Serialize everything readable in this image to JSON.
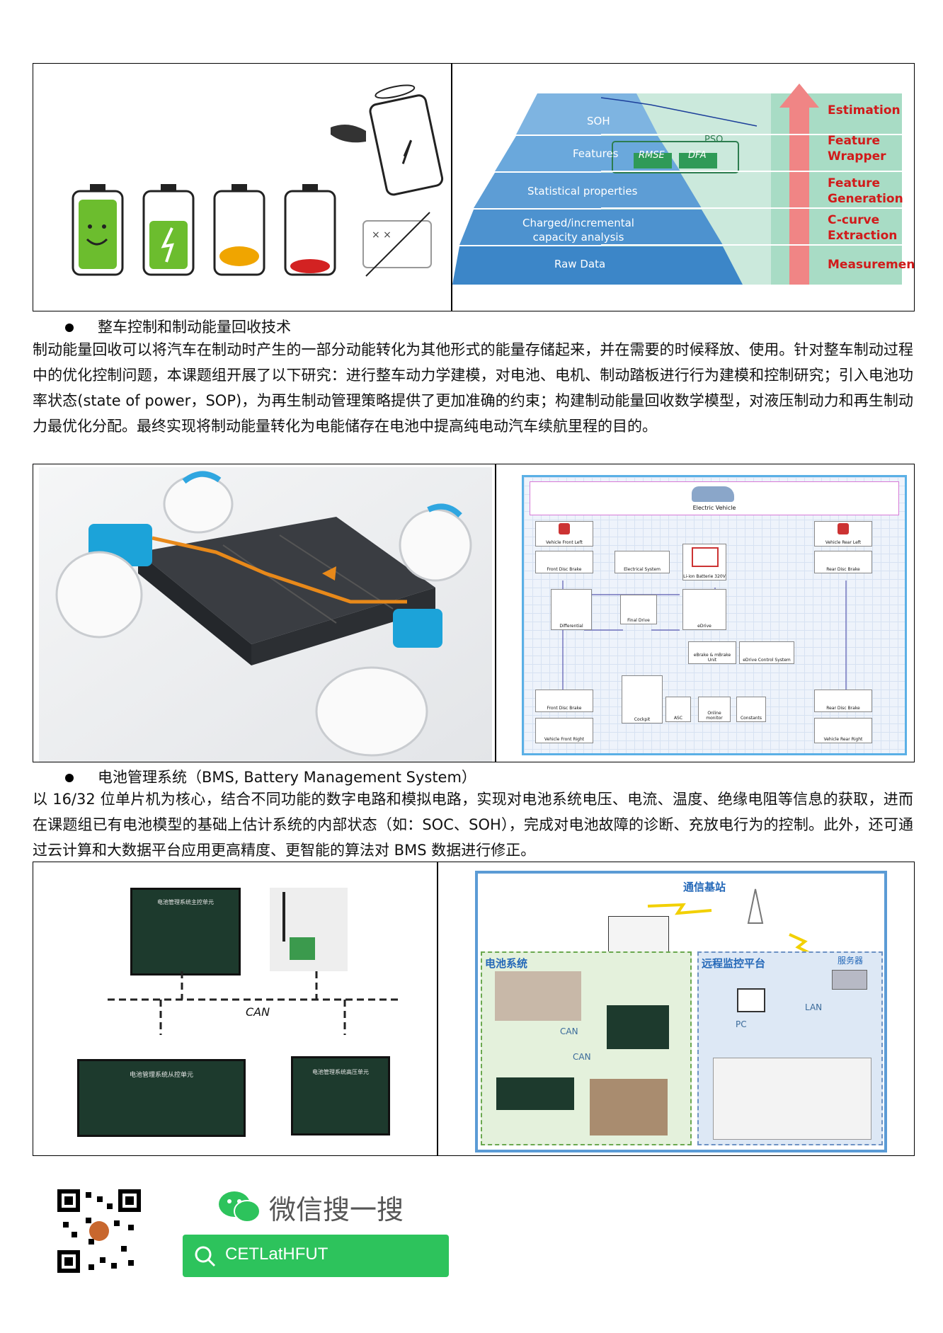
{
  "section1": {
    "pyramid_levels": [
      "SOH",
      "Features",
      "Statistical properties",
      "Charged/incremental capacity analysis",
      "Raw Data"
    ],
    "stages": [
      "Estimation",
      "Feature Wrapper",
      "Feature Generation",
      "C-curve Extraction",
      "Measurement"
    ],
    "pso": "PSO",
    "rmse": "RMSE",
    "dfa": "DFA"
  },
  "braking": {
    "heading": "整车控制和制动能量回收技术",
    "body": "制动能量回收可以将汽车在制动时产生的一部分动能转化为其他形式的能量存储起来，并在需要的时候释放、使用。针对整车制动过程中的优化控制问题，本课题组开展了以下研究：进行整车动力学建模，对电池、电机、制动踏板进行行为建模和控制研究；引入电池功率状态(state of power，SOP)，为再生制动管理策略提供了更加准确的约束；构建制动能量回收数学模型，对液压制动力和再生制动力最优化分配。最终实现将制动能量转化为电能储存在电池中提高纯电动汽车续航里程的目的。"
  },
  "sim": {
    "vehicle": "Electric Vehicle",
    "blocks": [
      "Vehicle Front Left",
      "Front Disc Brake",
      "Electrical System",
      "Li-ion Batterie 320V",
      "Vehicle Rear Left",
      "Rear Disc Brake",
      "Differential",
      "Final Drive",
      "eDrive",
      "eBrake & mBrake Unit",
      "eDrive Control System",
      "Front Disc Brake",
      "Cockpit",
      "ASC",
      "Online monitor",
      "Constants",
      "Rear Disc Brake",
      "Vehicle Front Right",
      "Vehicle Rear Right"
    ]
  },
  "bms": {
    "heading": "电池管理系统（BMS, Battery Management System）",
    "body": "以 16/32 位单片机为核心，结合不同功能的数字电路和模拟电路，实现对电池系统电压、电流、温度、绝缘电阻等信息的获取，进而在课题组已有电池模型的基础上估计系统的内部状态（如：SOC、SOH），完成对电池故障的诊断、充放电行为的控制。此外，还可通过云计算和大数据平台应用更高精度、更智能的算法对 BMS 数据进行修正。"
  },
  "hardware": {
    "master": "电池管理系统主控单元",
    "slave": "电池管理系统从控单元",
    "hv": "电池管理系统高压单元",
    "can": "CAN"
  },
  "network": {
    "base_station": "通信基站",
    "battery_system": "电池系统",
    "remote_platform": "远程监控平台",
    "server": "服务器",
    "lan": "LAN",
    "pc": "PC",
    "can1": "CAN",
    "can2": "CAN"
  },
  "footer": {
    "wechat_search": "微信搜一搜",
    "account": "CETLatHFUT"
  },
  "colors": {
    "green_button": "#2dc35c",
    "pyramid_blue": "#3c8fcf",
    "teal": "#bfe3d4",
    "arrow_red": "#f08080"
  }
}
